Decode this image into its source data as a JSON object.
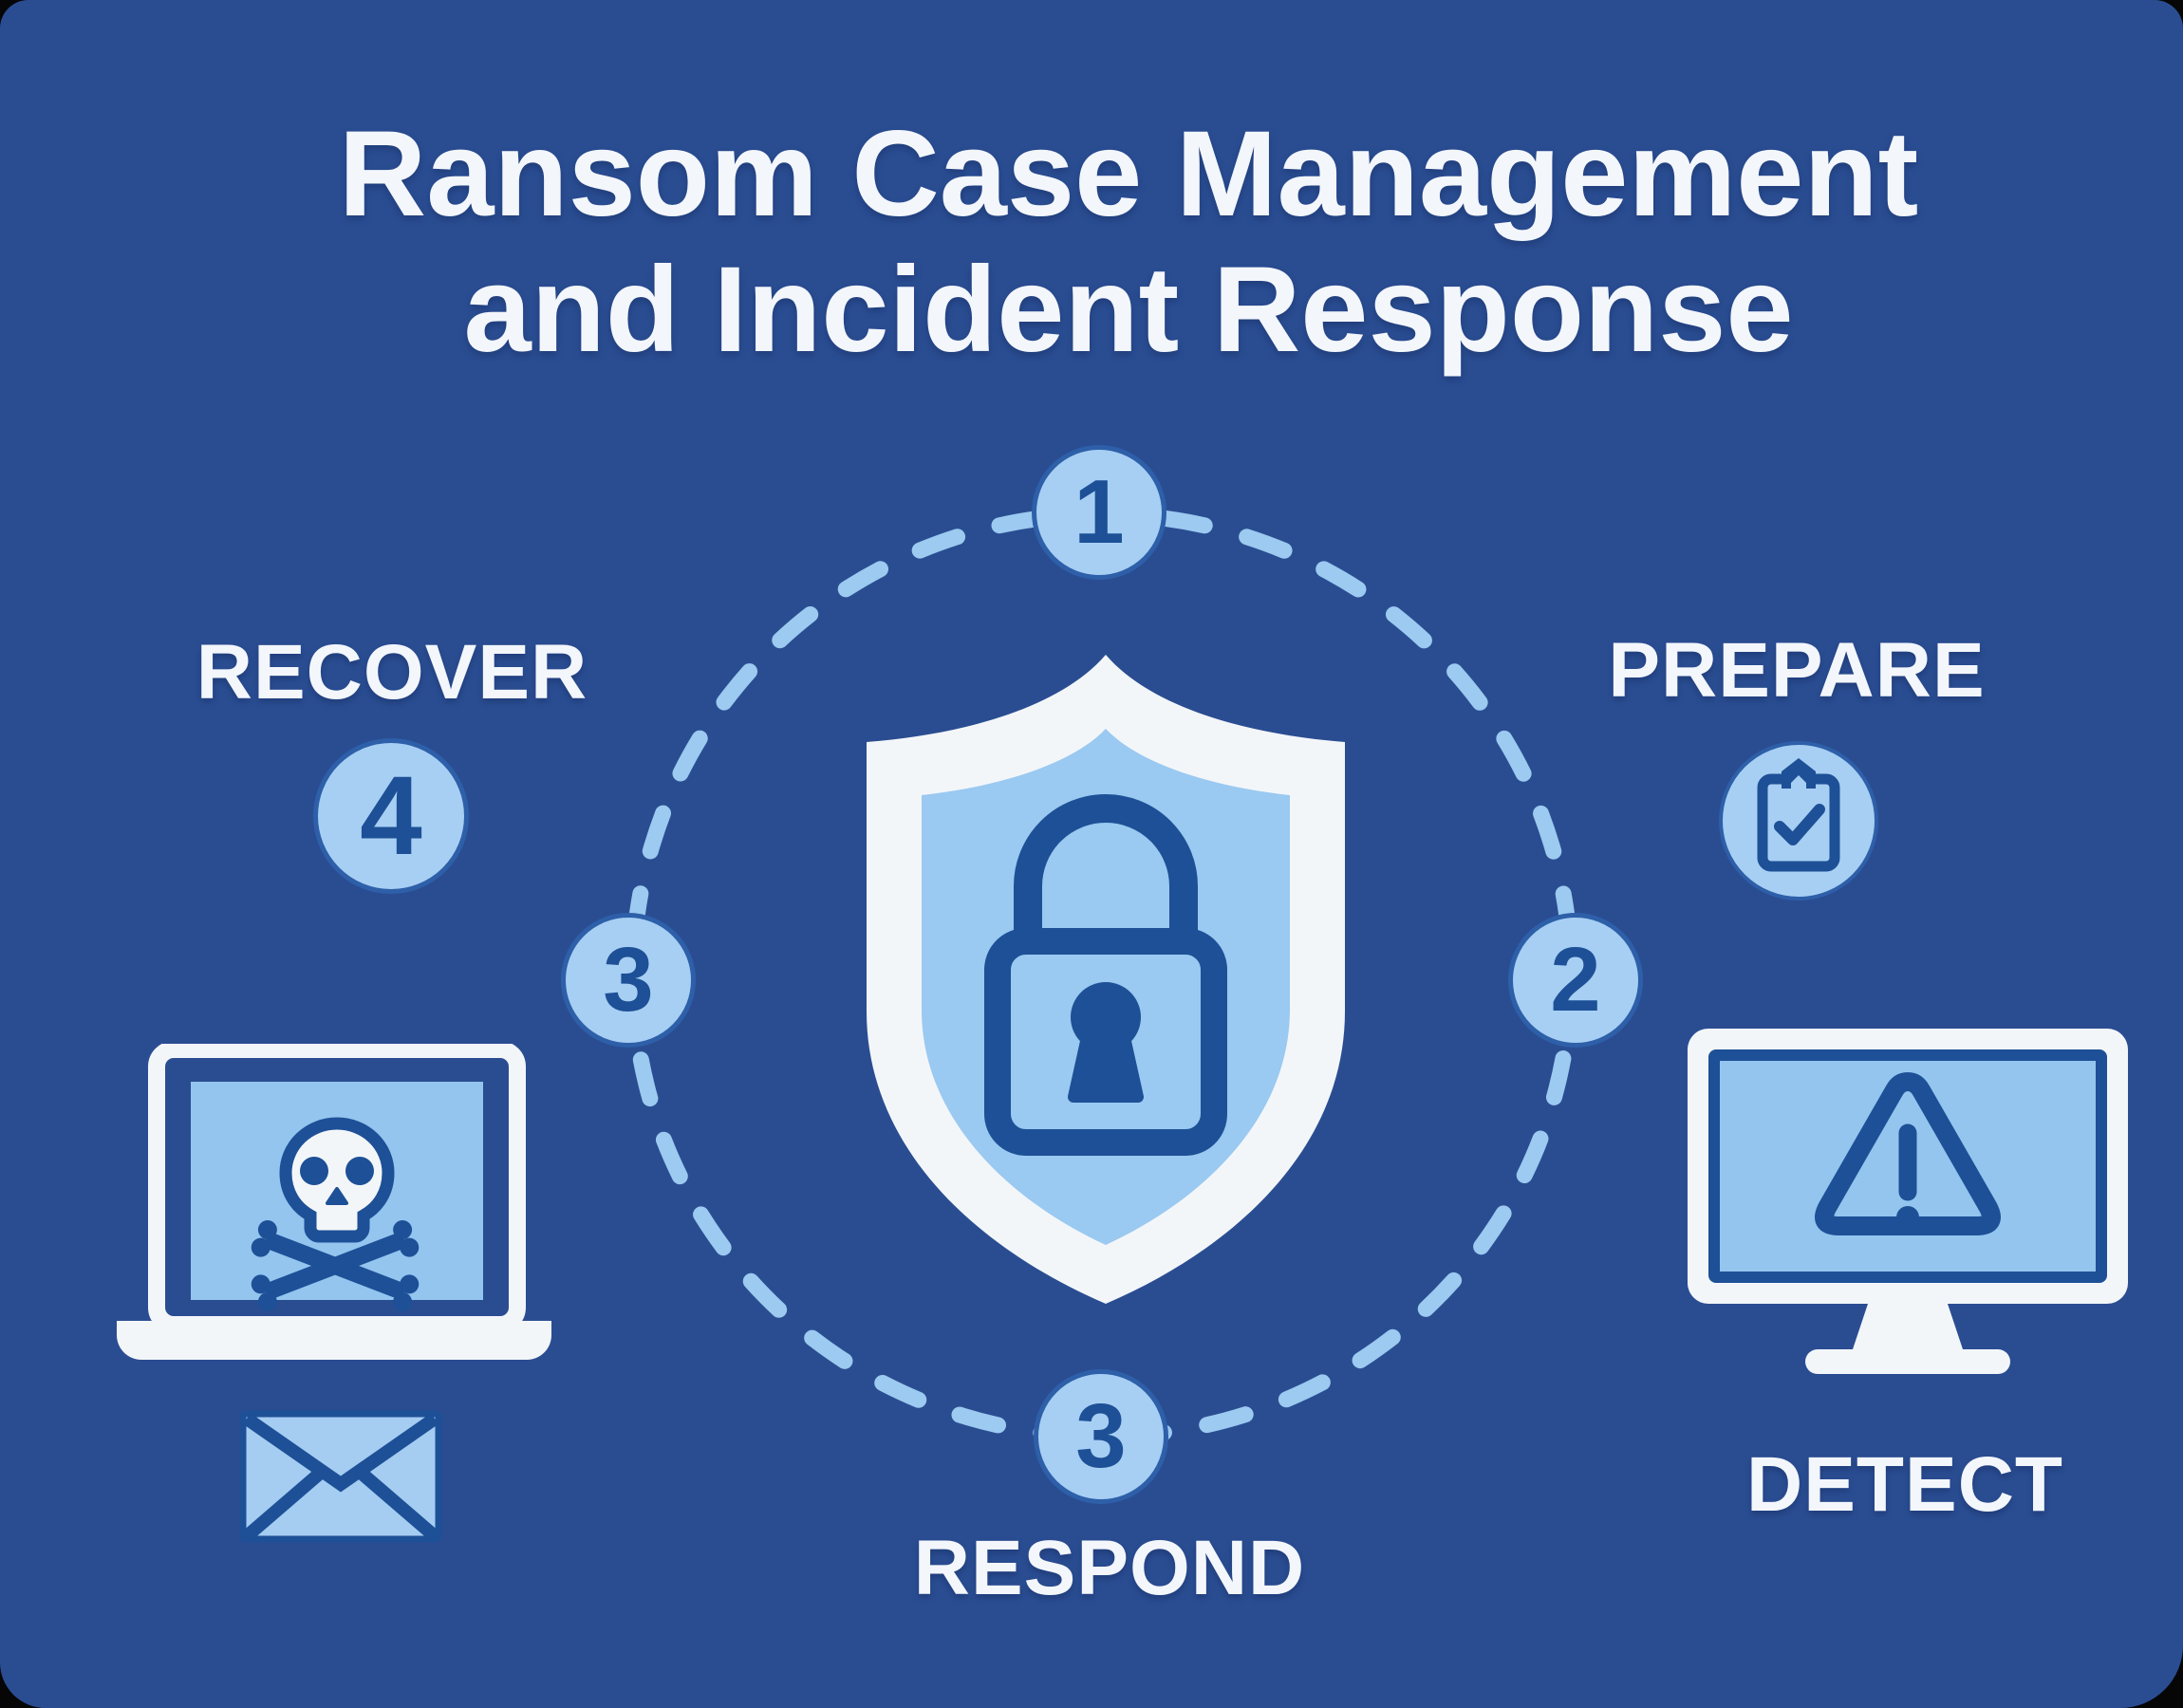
{
  "title": {
    "line1": "Ransom Case Management",
    "line2": "and Incident Response"
  },
  "badges": [
    {
      "number": "1",
      "position": "top"
    },
    {
      "number": "2",
      "position": "right"
    },
    {
      "number": "3",
      "position": "left"
    },
    {
      "number": "3",
      "position": "bottom"
    },
    {
      "number": "4",
      "position": "upper-left"
    }
  ],
  "labels": [
    {
      "text": "RECOVER",
      "position": "upper-left"
    },
    {
      "text": "PREPARE",
      "position": "upper-right"
    },
    {
      "text": "RESPOND",
      "position": "bottom-center"
    },
    {
      "text": "DETECT",
      "position": "lower-right"
    }
  ],
  "icons": {
    "center": "shield-lock-icon",
    "cycle": "dashed-cycle-circle",
    "upper_right": "clipboard-check-icon",
    "lower_right": "monitor-alert-icon",
    "lower_left": "laptop-skull-icon",
    "lower_left_secondary": "envelope-icon"
  },
  "colors": {
    "background": "#2a4d92",
    "light_blue": "#a7cff3",
    "screen_blue": "#93c5ef",
    "accent_dark": "#1d5096",
    "dash": "#9ccaf0",
    "white": "#f3f6f9"
  }
}
